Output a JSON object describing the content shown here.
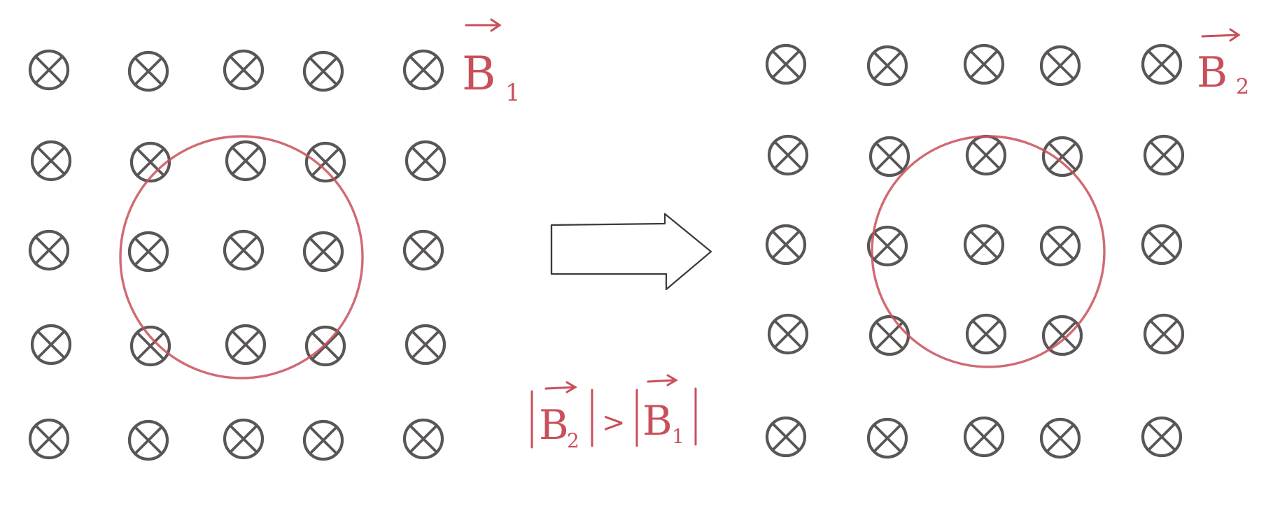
{
  "left_panel": {
    "field_label": "B",
    "field_subscript": "1",
    "symbol": "into-page-cross-icon",
    "rows": 5,
    "cols": 5
  },
  "right_panel": {
    "field_label": "B",
    "field_subscript": "2",
    "symbol": "into-page-cross-icon",
    "rows": 5,
    "cols": 5
  },
  "relation": {
    "lhs": "B",
    "lhs_sub": "2",
    "op": ">",
    "rhs": "B",
    "rhs_sub": "1"
  },
  "colors": {
    "ink": "#5a5656",
    "annotation": "#c8505a",
    "arrow": "#3a3a3a"
  }
}
